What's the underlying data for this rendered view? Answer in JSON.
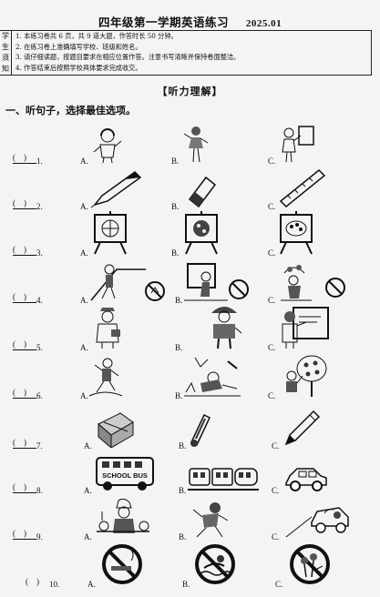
{
  "header": {
    "title": "四年级第一学期英语练习",
    "date": "2025.01"
  },
  "notice": {
    "side_label": [
      "学",
      "生",
      "须",
      "知"
    ],
    "lines": [
      "1. 本练习卷共 6 页，共 9 道大题，作答时长 50 分钟。",
      "2. 在练习卷上准确填写学校、班级和姓名。",
      "3. 请仔细读题，按题目要求在相应位置作答。注意书写清晰并保持卷面整洁。",
      "4. 作答结束后按照学校具体要求完成收交。"
    ]
  },
  "section_title": "【听力理解】",
  "part_one": "一、听句子，选择最佳选项。",
  "questions": [
    {
      "num": "1.",
      "options": [
        "A.",
        "B.",
        "C."
      ],
      "icons": [
        "boy-headphones-icon",
        "girl-dancing-icon",
        "girl-blackboard-icon"
      ]
    },
    {
      "num": "2.",
      "options": [
        "A.",
        "B.",
        "C."
      ],
      "icons": [
        "pen-icon",
        "glue-stick-icon",
        "ruler-icon"
      ]
    },
    {
      "num": "3.",
      "options": [
        "A.",
        "B.",
        "C."
      ],
      "icons": [
        "basketball-painting-icon",
        "ball-painting-icon",
        "palette-painting-icon"
      ]
    },
    {
      "num": "4.",
      "options": [
        "A.",
        "B.",
        "C."
      ],
      "icons": [
        "no-climbing-icon",
        "no-touching-icon",
        "no-picking-icon"
      ]
    },
    {
      "num": "5.",
      "options": [
        "A.",
        "B.",
        "C."
      ],
      "icons": [
        "nurse-icon",
        "firefighter-icon",
        "teacher-icon"
      ]
    },
    {
      "num": "6.",
      "options": [
        "A.",
        "B.",
        "C."
      ],
      "icons": [
        "kid-jumping-icon",
        "kid-fallen-icon",
        "kid-picking-apples-icon"
      ]
    },
    {
      "num": "7.",
      "options": [
        "A.",
        "B.",
        "C."
      ],
      "icons": [
        "pencil-case-icon",
        "thermometer-icon",
        "pencil-icon"
      ]
    },
    {
      "num": "8.",
      "options": [
        "A.",
        "B.",
        "C."
      ],
      "icons": [
        "school-bus-icon",
        "train-icon",
        "car-icon"
      ]
    },
    {
      "num": "9.",
      "options": [
        "A.",
        "B.",
        "C."
      ],
      "icons": [
        "chef-cooking-icon",
        "kid-falling-icon",
        "kid-watering-car-icon"
      ]
    },
    {
      "num": "10.",
      "options": [
        "A.",
        "B.",
        "C."
      ],
      "icons": [
        "no-smoking-icon",
        "no-swimming-icon",
        "no-picking-flowers-icon"
      ]
    }
  ],
  "bus_label": "SCHOOL BUS"
}
